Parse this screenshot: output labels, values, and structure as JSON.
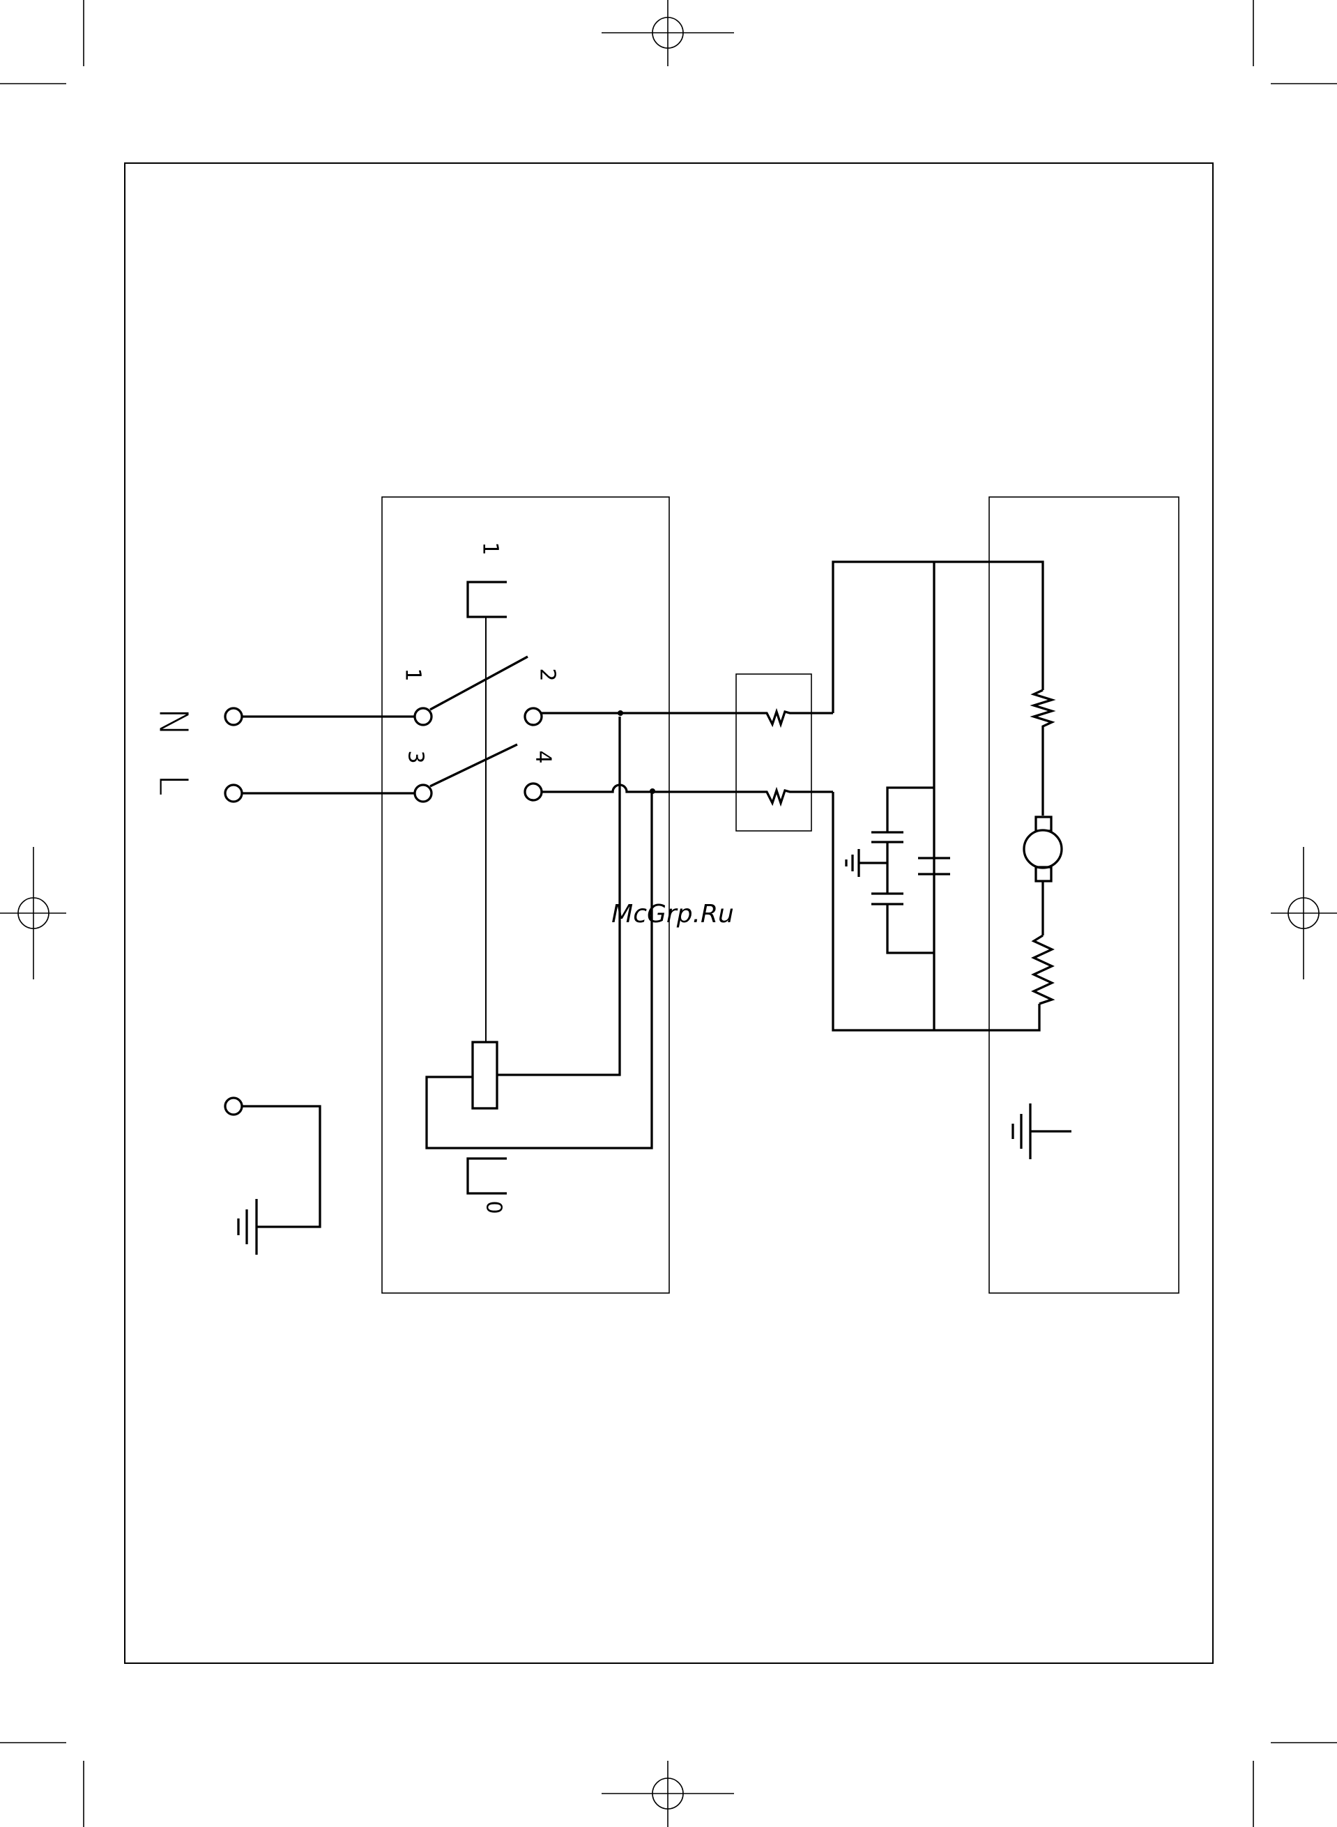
{
  "watermark": "McGrp.Ru",
  "labels": {
    "N": "N",
    "L": "L",
    "t1": "1",
    "t2": "2",
    "t3": "3",
    "t4": "4",
    "pos_on": "1",
    "pos_off": "0"
  },
  "colors": {
    "line": "#000000",
    "watermark": "#cc0000"
  }
}
